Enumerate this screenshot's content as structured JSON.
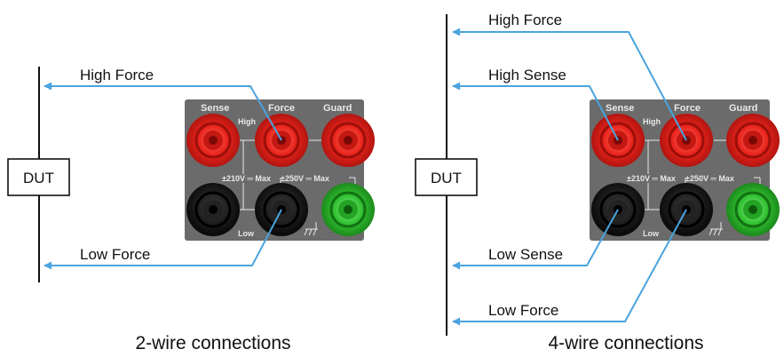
{
  "left": {
    "dut": "DUT",
    "wire_high": "High Force",
    "wire_low": "Low Force",
    "caption": "2-wire connections"
  },
  "right": {
    "dut": "DUT",
    "wire_high_force": "High Force",
    "wire_high_sense": "High Sense",
    "wire_low_sense": "Low Sense",
    "wire_low_force": "Low Force",
    "caption": "4-wire connections"
  },
  "panel": {
    "col_sense": "Sense",
    "col_force": "Force",
    "col_guard": "Guard",
    "row_high": "High",
    "row_low": "Low",
    "rating_210": "±210V ═ Max",
    "rating_250": "±250V ═ Max"
  },
  "colors": {
    "wire": "#4aa3df",
    "panel": "#6b6b6b",
    "terminal_red": "#e8231c",
    "terminal_black": "#1a1a1a",
    "terminal_green": "#2fbf2f"
  }
}
